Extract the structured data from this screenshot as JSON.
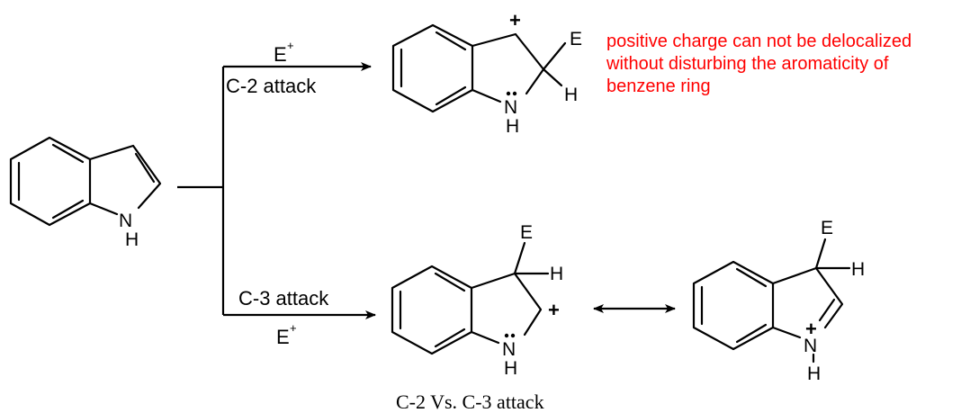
{
  "reagent": {
    "electrophile": "E",
    "charge": "+"
  },
  "paths": {
    "top_label": "C-2 attack",
    "bottom_label": "C-3 attack"
  },
  "atoms": {
    "nitrogen": "N",
    "hydrogen": "H",
    "electrophile": "E",
    "charge": "+"
  },
  "note": {
    "line1": "positive charge can not be delocalized",
    "line2": "without disturbing the aromaticity of",
    "line3": "benzene ring",
    "color": "#ff0000"
  },
  "caption": "C-2 Vs. C-3 attack"
}
